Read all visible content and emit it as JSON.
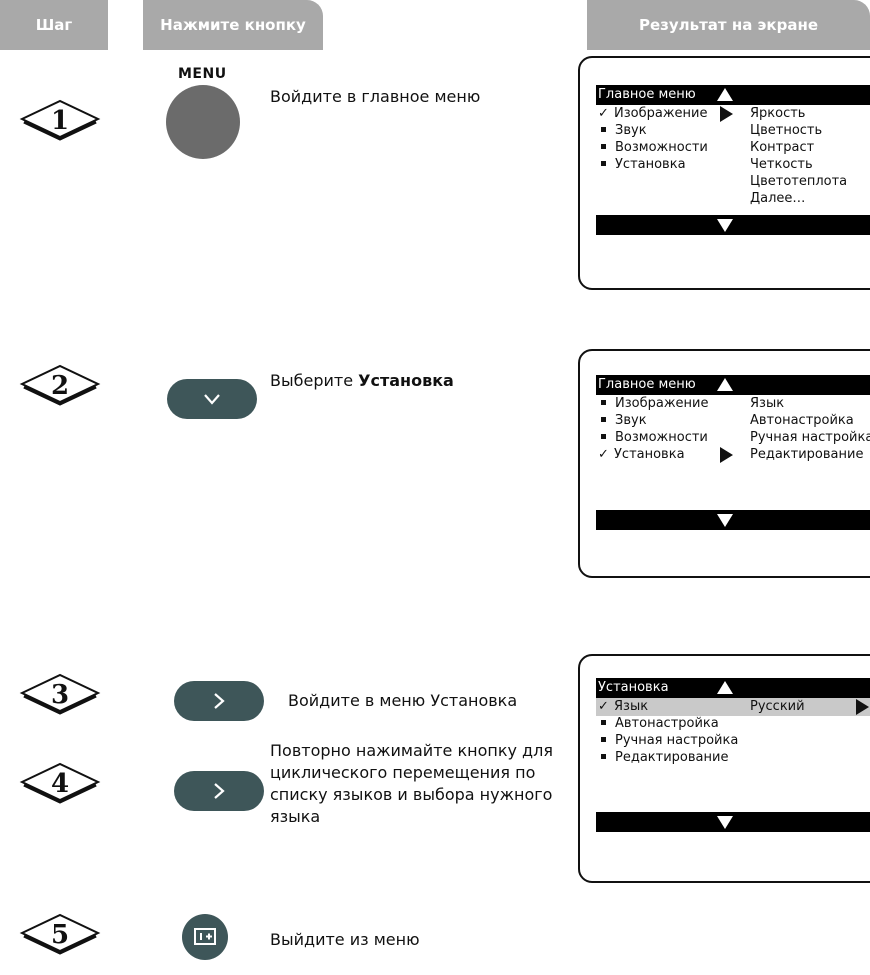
{
  "headers": {
    "step": "Шаг",
    "press": "Нажмите кнопку",
    "result": "Результат на экране"
  },
  "steps": [
    {
      "num": "1",
      "button_label": "MENU",
      "text": "Войдите в главное меню"
    },
    {
      "num": "2",
      "text_prefix": "Выберите ",
      "text_bold": "Установка"
    },
    {
      "num": "3",
      "text": "Войдите в меню Установка"
    },
    {
      "num": "4",
      "text_lines": [
        "Повторно нажимайте кнопку для",
        "циклического перемещения по",
        "списку языков и выбора нужного",
        "языка"
      ]
    },
    {
      "num": "5",
      "text": "Выйдите из меню"
    }
  ],
  "screens": [
    {
      "title": "Главное меню",
      "left": [
        {
          "mark": "check",
          "label": "Изображение",
          "arrow": true
        },
        {
          "mark": "bullet",
          "label": "Звук"
        },
        {
          "mark": "bullet",
          "label": "Возможности"
        },
        {
          "mark": "bullet",
          "label": "Установка"
        }
      ],
      "right": [
        "Яркость",
        "Цветность",
        "Контраст",
        "Четкость",
        "Цветотеплота",
        "Далее…"
      ]
    },
    {
      "title": "Главное меню",
      "left": [
        {
          "mark": "bullet",
          "label": "Изображение"
        },
        {
          "mark": "bullet",
          "label": "Звук"
        },
        {
          "mark": "bullet",
          "label": "Возможности"
        },
        {
          "mark": "check",
          "label": "Установка",
          "arrow": true
        }
      ],
      "right": [
        "Язык",
        "Автонастройка",
        "Ручная настройка",
        "Редактирование"
      ]
    },
    {
      "title": "Установка",
      "left": [
        {
          "mark": "check",
          "label": "Язык"
        },
        {
          "mark": "bullet",
          "label": "Автонастройка"
        },
        {
          "mark": "bullet",
          "label": "Ручная настройка"
        },
        {
          "mark": "bullet",
          "label": "Редактирование"
        }
      ],
      "right": [
        "Русский"
      ]
    }
  ],
  "colors": {
    "header_bg": "#a9a9a9",
    "button_dark": "#3e5659",
    "menu_button": "#6b6b6b"
  }
}
